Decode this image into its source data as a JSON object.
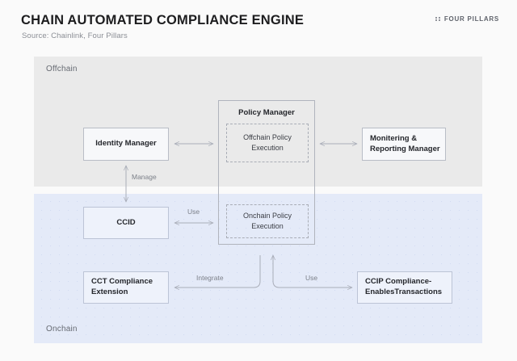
{
  "header": {
    "title": "CHAIN AUTOMATED COMPLIANCE ENGINE",
    "source": "Source: Chainlink, Four Pillars",
    "brand": "FOUR PILLARS",
    "brand_icon": "four-dots-icon"
  },
  "bands": {
    "offchain_label": "Offchain",
    "onchain_label": "Onchain",
    "offchain_color": "#eaeaea",
    "onchain_color": "#e4eaf8"
  },
  "nodes": {
    "identity_manager": "Identity Manager",
    "monitoring_manager": "Monitering &\nReporting Manager",
    "monitoring_manager_line1": "Monitering &",
    "monitoring_manager_line2": "Reporting Manager",
    "ccid": "CCID",
    "cct_extension_line1": "CCT Compliance",
    "cct_extension_line2": "Extension",
    "ccip_line1": "CCIP Compliance-",
    "ccip_line2": "EnablesTransactions",
    "policy_manager": "Policy Manager",
    "offchain_policy_execution": "Offchain Policy Execution",
    "onchain_policy_execution": "Onchain Policy Execution"
  },
  "edges": {
    "manage": "Manage",
    "use_ccid": "Use",
    "integrate": "Integrate",
    "use_ccip": "Use"
  },
  "colors": {
    "text_primary": "#24262b",
    "text_muted": "#7c8089",
    "line": "#a9adb8",
    "page_bg": "#fafafa"
  }
}
